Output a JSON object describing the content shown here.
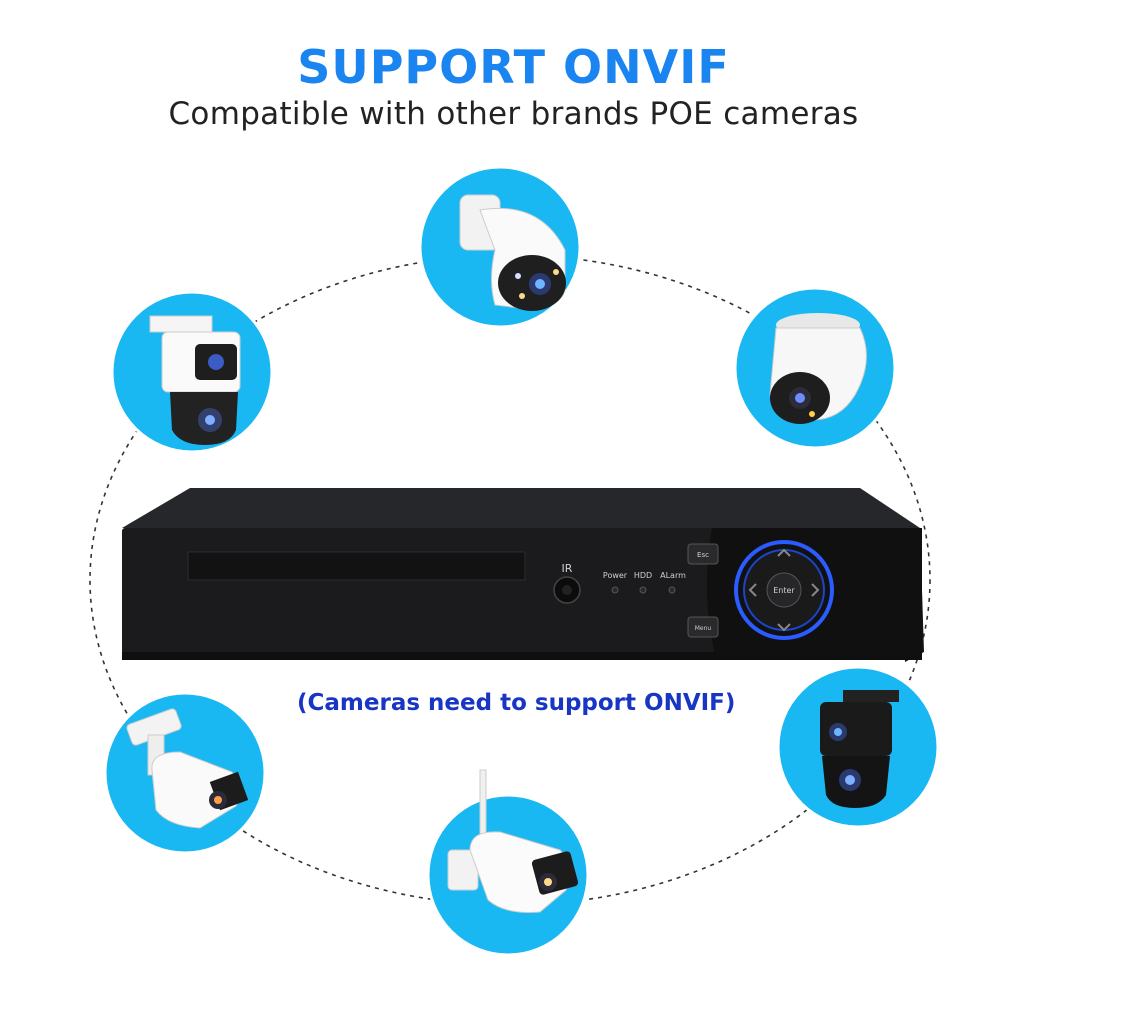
{
  "header": {
    "title": "SUPPORT ONVIF",
    "subtitle": "Compatible with other brands POE cameras"
  },
  "note": "(Cameras need to support ONVIF)",
  "dvr": {
    "ir_label": "IR",
    "power_label": "Power",
    "hdd_label": "HDD",
    "alarm_label": "ALarm",
    "esc_label": "Esc",
    "enter_label": "Enter",
    "menu_label": "Menu"
  },
  "cameras": [
    {
      "name": "ptz-dome-camera"
    },
    {
      "name": "dome-camera"
    },
    {
      "name": "dual-lens-ptz-camera-white"
    },
    {
      "name": "dual-lens-ptz-camera-black"
    },
    {
      "name": "bullet-camera"
    },
    {
      "name": "wifi-bullet-camera"
    }
  ],
  "colors": {
    "title": "#1a84f0",
    "note": "#1835c4",
    "circle": "#1ab8f2",
    "dvr_body": "#1c1c1e",
    "enter_ring": "#2a5cff"
  }
}
